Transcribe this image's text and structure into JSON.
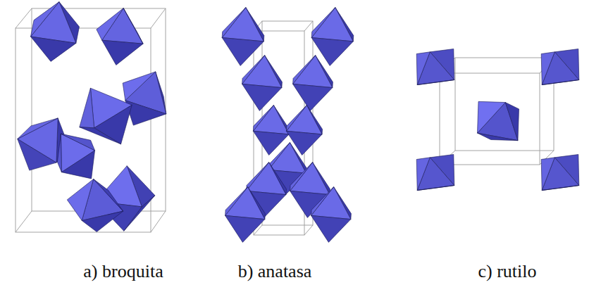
{
  "diagram": {
    "labels": [
      "a) broquita",
      "b) anatasa",
      "c) rutilo"
    ]
  }
}
